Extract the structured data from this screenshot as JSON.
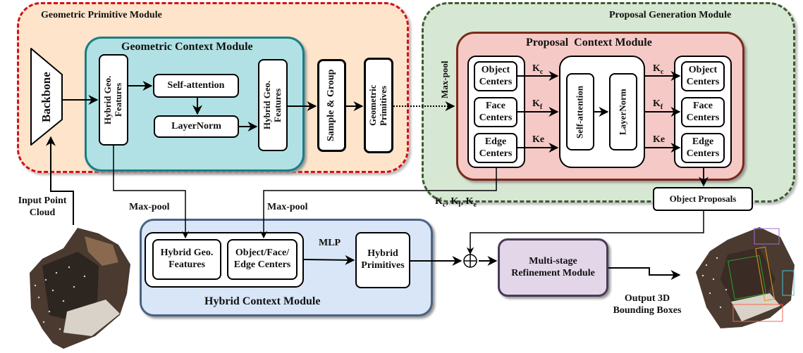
{
  "modules": {
    "geometric_primitive": "Geometric Primitive Module",
    "geometric_context": "Geometric Context Module",
    "proposal_generation": "Proposal Generation Module",
    "proposal_context": "Proposal  Context Module",
    "hybrid_context": "Hybrid Context Module",
    "refinement": "Multi-stage Refinement Module"
  },
  "blocks": {
    "backbone": "Backbone",
    "hybrid_geo_features_line1": "Hybrid Geo.",
    "hybrid_geo_features_line2": "Features",
    "self_attention": "Self-attention",
    "layernorm": "LayerNorm",
    "layer_norm_vertical": "LayerNorm",
    "sample_group": "Sample & Group",
    "geometric_primitives_line1": "Geometric",
    "geometric_primitives_line2": "Primitives",
    "object_centers_line1": "Object",
    "face_centers_line1": "Face",
    "edge_centers_line1": "Edge",
    "centers": "Centers",
    "object_proposals": "Object Proposals",
    "hcm_hybrid_geo_line1": "Hybrid Geo.",
    "hcm_hybrid_geo_line2": "Features",
    "hcm_centers_line1": "Object/Face/",
    "hcm_centers_line2": "Edge Centers",
    "hybrid_primitives_line1": "Hybrid",
    "hybrid_primitives_line2": "Primitives",
    "refinement_line1": "Multi-stage",
    "refinement_line2": "Refinement Module"
  },
  "labels": {
    "max_pool": "Max-pool",
    "mlp": "MLP",
    "k": "K",
    "k_c_sub": "c",
    "k_f_sub": "f",
    "k_e": "Ke",
    "k_e_sub": "e",
    "k_list_sep": ", ",
    "input_line1": "Input Point",
    "input_line2": "Cloud",
    "output_line1": "Output 3D",
    "output_line2": "Bounding Boxes",
    "sum_symbol": "⊕"
  },
  "colors": {
    "gpm_fill": "#fde4cb",
    "gpm_border": "#d0121b",
    "pgm_fill": "#d6e8d3",
    "pgm_border": "#3d5b2f",
    "gcm_fill": "#b1e1e4",
    "gcm_border": "#1a7d85",
    "pcm_fill": "#f5c9c6",
    "pcm_border": "#7a2a18",
    "hcm_fill": "#d9e6f7",
    "hcm_border": "#4a6284",
    "msr_fill": "#e2d6e8",
    "msr_border": "#4b3a57"
  }
}
